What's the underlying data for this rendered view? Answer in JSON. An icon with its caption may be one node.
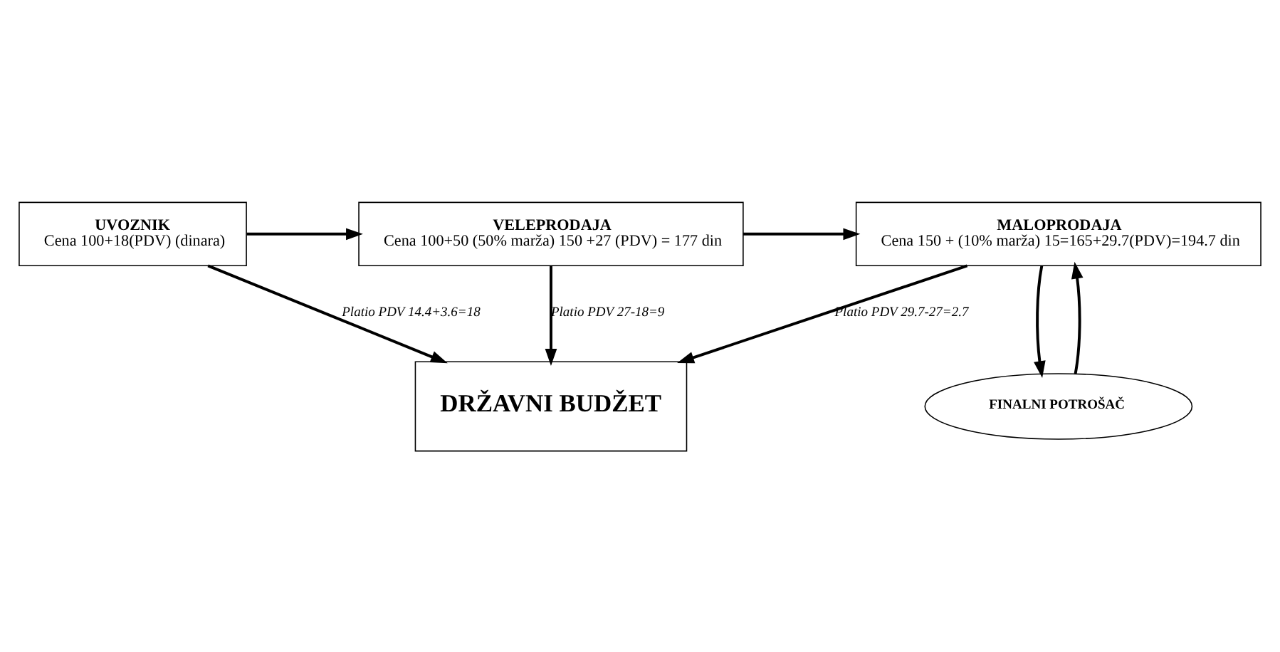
{
  "diagram": {
    "nodes": [
      {
        "text": [
          "UVOZNIK",
          "Cena 100+18(PDV) (dinara)"
        ]
      },
      {
        "text": [
          "VELEPRODAJA",
          "Cena 100+50 (50% marža) 150 +27 (PDV) = 177 din"
        ]
      },
      {
        "text": [
          "MALOPRODAJA",
          "Cena 150 + (10% marža) 15=165+29.7(PDV)=194.7 din"
        ]
      },
      {
        "text": [
          "DRŽAVNI BUDŽET"
        ]
      },
      {
        "text": [
          "FINALNI POTROŠAČ"
        ]
      }
    ],
    "edges": [
      {
        "from": 0,
        "to": 1,
        "arrow": "to"
      },
      {
        "from": 1,
        "to": 2,
        "arrow": "to"
      },
      {
        "from": 0,
        "to": 3,
        "arrow": "to",
        "label": "Platio PDV 14.4+3.6=18"
      },
      {
        "from": 1,
        "to": 3,
        "arrow": "to",
        "label": "Platio PDV 27-18=9"
      },
      {
        "from": 2,
        "to": 3,
        "arrow": "to",
        "label": "Platio PDV 29.7-27=2.7"
      },
      {
        "from": 2,
        "to": 4,
        "arrow": "to"
      },
      {
        "from": 4,
        "to": 2,
        "arrow": "to"
      }
    ]
  }
}
